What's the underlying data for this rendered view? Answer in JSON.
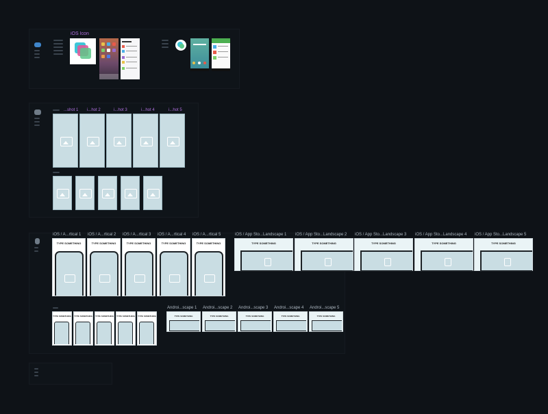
{
  "colors": {
    "canvas": "#0e1217",
    "placeholder": "#c9dde3",
    "purple": "#b070e0",
    "label": "#aeb8c2"
  },
  "section1": {
    "ios_icon_label": "iOS Icon",
    "icon_name": "app-icon-stack",
    "phone_screens": [
      "ios-home-screen",
      "ios-settings-screen",
      "android-home-screen",
      "android-store-screen"
    ]
  },
  "section2": {
    "shot_labels": [
      "...shot 1",
      "i...hot 2",
      "i...hot 3",
      "i...hot 4",
      "i...hot 5"
    ]
  },
  "section3": {
    "vertical_labels": [
      "iOS / A...rtical 1",
      "iOS / A...rtical 2",
      "iOS / A...rtical 3",
      "iOS / A...rtical 4",
      "iOS / A...rtical 5"
    ],
    "landscape_labels": [
      "iOS / App Sto...Landscape 1",
      "iOS / App Sto...Landscape 2",
      "iOS / App Sto...Landscape 3",
      "iOS / App Sto...Landscape 4",
      "iOS / App Sto...Landscape 5"
    ],
    "android_labels": [
      "Androi...scape 1",
      "Androi...scape 2",
      "Androi...scape 3",
      "Androi...scape 4",
      "Androi...scape 5"
    ],
    "frame_title": "TYPE SOMETHING"
  }
}
